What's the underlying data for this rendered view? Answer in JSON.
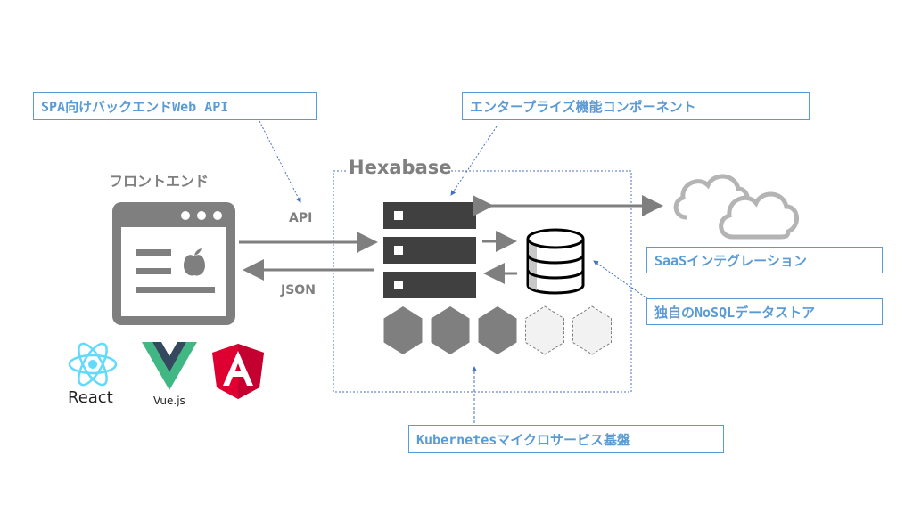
{
  "callouts": {
    "spa_api": "SPA向けバックエンドWeb API",
    "enterprise": "エンタープライズ機能コンポーネント",
    "saas": "SaaSインテグレーション",
    "nosql": "独自のNoSQLデータストア",
    "kubernetes": "Kubernetesマイクロサービス基盤"
  },
  "labels": {
    "frontend": "フロントエンド",
    "hexabase": "Hexabase",
    "api": "API",
    "json": "JSON"
  },
  "frameworks": [
    {
      "name": "React",
      "color": "#61dafb"
    },
    {
      "name": "Vue.js",
      "color": "#41b883"
    },
    {
      "name": "Angular",
      "color": "#dd0031"
    }
  ],
  "microservices": {
    "active": 3,
    "inactive": 2
  },
  "colors": {
    "accent": "#5b9bd5",
    "server": "#404040",
    "arrow": "#7f7f7f",
    "hex_active": "#7f7f7f",
    "hex_inactive": "#f2f2f2"
  }
}
